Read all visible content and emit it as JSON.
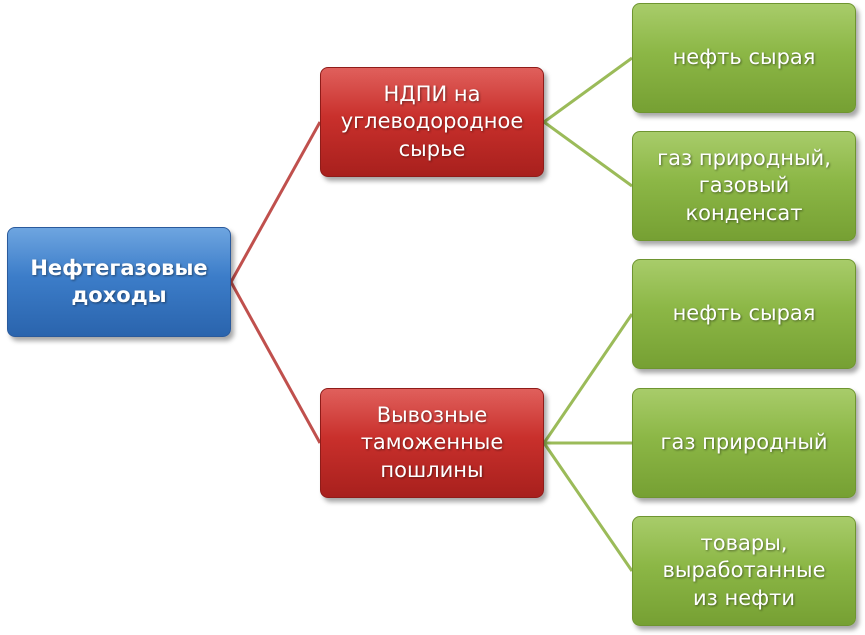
{
  "colors": {
    "root": "#3c7dc9",
    "level1": "#c9302c",
    "level2": "#8cb746",
    "connector_level1": "#c0504d",
    "connector_level2": "#9bbb59"
  },
  "root": {
    "label": "Нефтегазовые\nдоходы"
  },
  "branches": [
    {
      "label": "НДПИ на\nуглеводородное\nсырье",
      "children": [
        {
          "label": "нефть сырая"
        },
        {
          "label": "газ природный,\nгазовый\nконденсат"
        }
      ]
    },
    {
      "label": "Вывозные\nтаможенные\nпошлины",
      "children": [
        {
          "label": "нефть сырая"
        },
        {
          "label": "газ природный"
        },
        {
          "label": "товары,\nвыработанные\nиз нефти"
        }
      ]
    }
  ]
}
